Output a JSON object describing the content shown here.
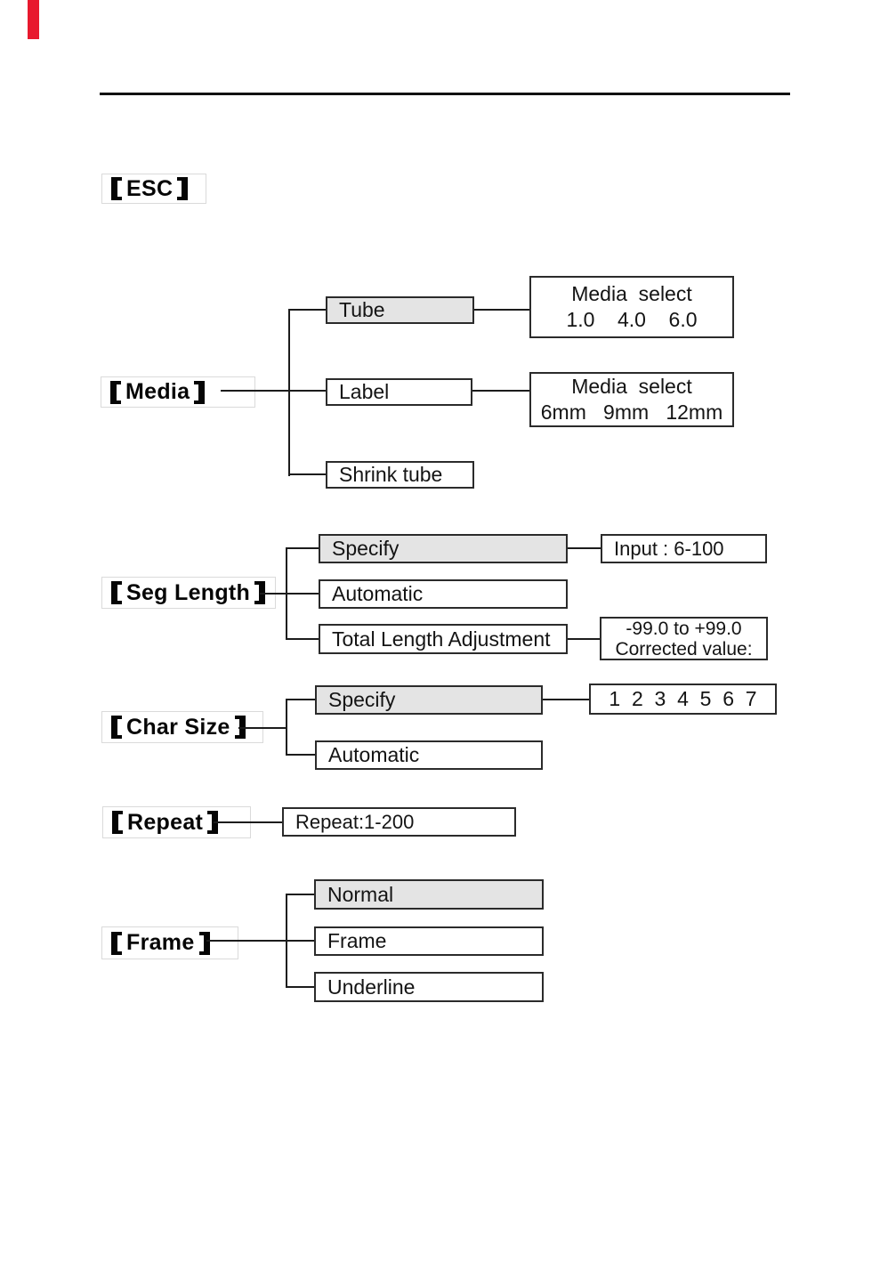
{
  "colors": {
    "gray_fill": "#e4e4e4",
    "box_border": "#2b2b2b",
    "marker_red": "#e8192e"
  },
  "esc": {
    "label": "【ESC】",
    "text": "ESC"
  },
  "media": {
    "label": "【Media】",
    "text": "Media",
    "tube": "Tube",
    "tube_detail_line1": "Media  select",
    "tube_detail_line2": "1.0    4.0    6.0",
    "label_item": "Label",
    "label_detail_line1": "Media  select",
    "label_detail_line2": "6mm   9mm   12mm",
    "shrink": "Shrink tube"
  },
  "seg_length": {
    "label": "【Seg Length】",
    "text": "Seg Length",
    "specify": "Specify",
    "specify_detail": "Input : 6-100",
    "automatic": "Automatic",
    "total": "Total Length Adjustment",
    "total_detail_line1": "-99.0 to +99.0",
    "total_detail_line2": "Corrected value:"
  },
  "char_size": {
    "label": "【Char Size】",
    "text": "Char Size",
    "specify": "Specify",
    "specify_detail": "1  2  3  4  5  6  7",
    "automatic": "Automatic"
  },
  "repeat": {
    "label": "【Repeat】",
    "text": "Repeat",
    "detail": "Repeat:1-200"
  },
  "frame": {
    "label": "【Frame】",
    "text": "Frame",
    "normal": "Normal",
    "frame": "Frame",
    "underline": "Underline"
  }
}
